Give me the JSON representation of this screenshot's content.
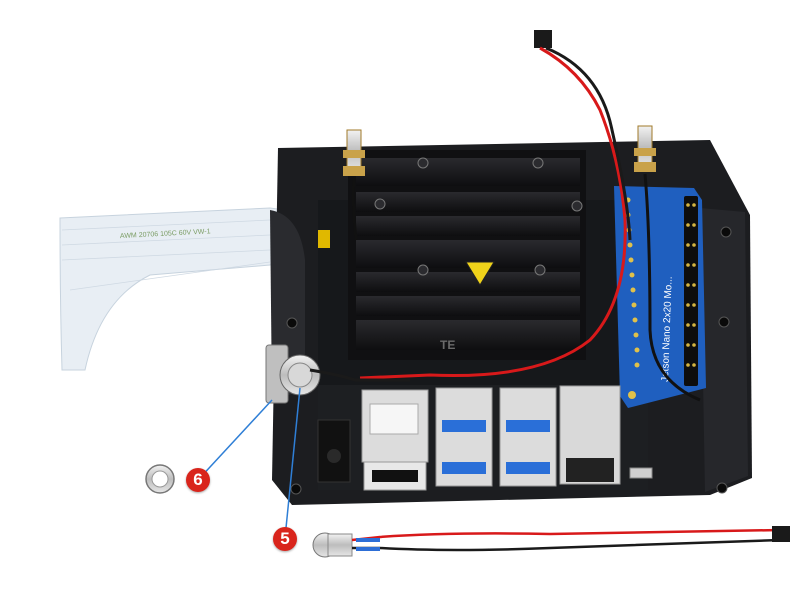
{
  "callouts": {
    "six": "6",
    "five": "5"
  },
  "heatsink_brand": "TE",
  "hat_board_text": "Jetson Nano 2x20 Mo...",
  "ribbon_print": "AWM 20706 105C 60V VW-1",
  "colors": {
    "case": "#1c1d20",
    "heatsink": "#141416",
    "hat_board": "#1f5fbf",
    "callout": "#d9251c",
    "leader_line": "#2f7fd6",
    "wire_red": "#d8191a",
    "wire_black": "#1a1a1a",
    "wire_blue": "#2d6ed6",
    "usb_blue": "#2a6fd8"
  }
}
